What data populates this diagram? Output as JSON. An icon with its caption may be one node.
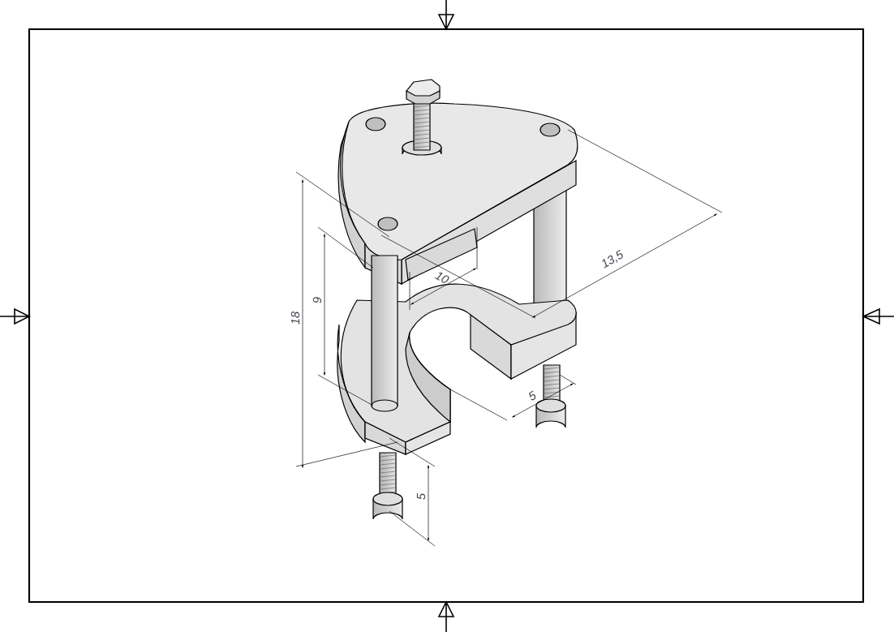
{
  "diagram": {
    "labels": [
      "18",
      "9",
      "10",
      "13,5",
      "5",
      "5"
    ]
  }
}
